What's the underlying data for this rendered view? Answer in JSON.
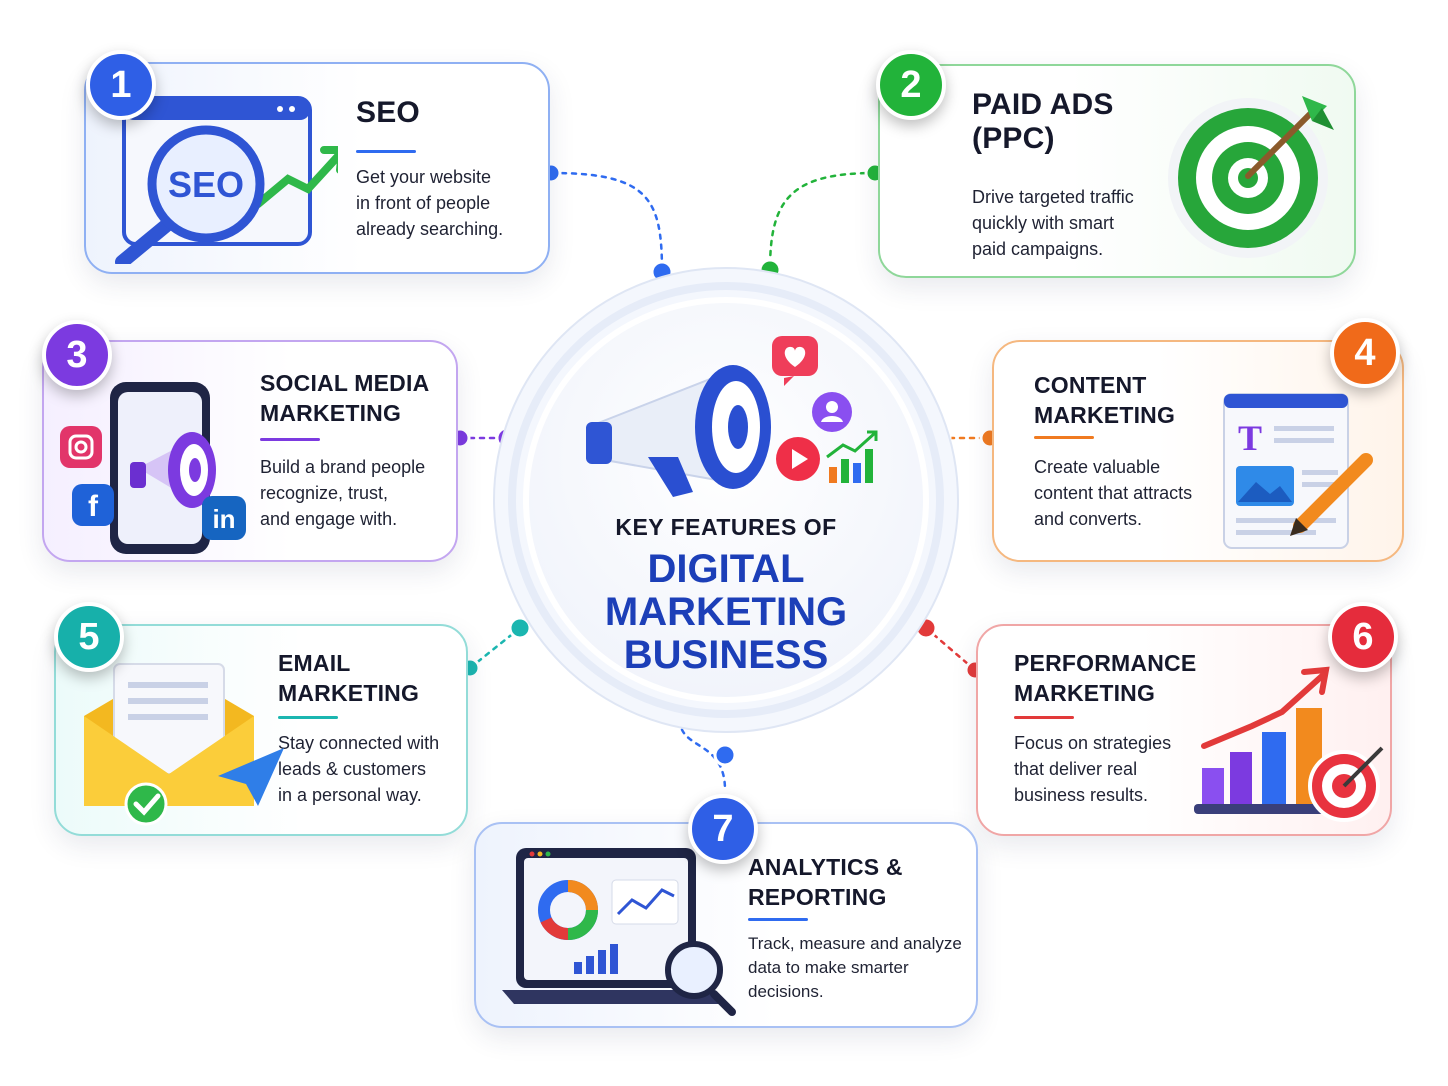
{
  "center": {
    "heading_small": "KEY FEATURES OF",
    "heading_line1": "DIGITAL",
    "heading_line2": "MARKETING",
    "heading_line3": "BUSINESS",
    "icons": [
      "megaphone-icon",
      "heart-icon",
      "user-icon",
      "play-icon",
      "growth-chart-icon"
    ]
  },
  "colors": {
    "seo": "#2f6bf0",
    "ppc": "#22b33a",
    "social": "#7c3ae0",
    "content": "#f07a20",
    "email": "#1bb6b0",
    "performance": "#e23a3a",
    "analytics": "#2f6bf0",
    "center_text": "#1c3fb8"
  },
  "features": [
    {
      "number": "1",
      "title": "SEO",
      "desc": "Get your website\nin front of people\nalready searching.",
      "icon": "seo-magnifier-icon",
      "illus_label": "SEO"
    },
    {
      "number": "2",
      "title": "PAID ADS\n(PPC)",
      "desc": "Drive targeted traffic\nquickly with smart\npaid campaigns.",
      "icon": "target-icon"
    },
    {
      "number": "3",
      "title": "SOCIAL MEDIA\nMARKETING",
      "desc": "Build a brand people\nrecognize, trust,\nand engage with.",
      "icon": "phone-megaphone-icon",
      "social_icons": [
        "instagram-icon",
        "facebook-icon",
        "linkedin-icon"
      ],
      "social_letters": {
        "facebook": "f",
        "linkedin": "in"
      }
    },
    {
      "number": "4",
      "title": "CONTENT\nMARKETING",
      "desc": "Create valuable\ncontent that attracts\nand converts.",
      "icon": "document-pencil-icon",
      "doc_letter": "T"
    },
    {
      "number": "5",
      "title": "EMAIL\nMARKETING",
      "desc": "Stay connected with\nleads & customers\nin a personal way.",
      "icon": "envelope-icon"
    },
    {
      "number": "6",
      "title": "PERFORMANCE\nMARKETING",
      "desc": "Focus on strategies\nthat deliver real\nbusiness results.",
      "icon": "bar-chart-target-icon"
    },
    {
      "number": "7",
      "title": "ANALYTICS &\nREPORTING",
      "desc": "Track, measure and analyze\ndata to make smarter\ndecisions.",
      "icon": "laptop-analytics-icon"
    }
  ]
}
